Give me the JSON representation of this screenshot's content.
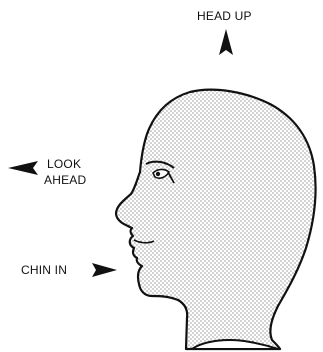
{
  "labels": {
    "head_up": "HEAD UP",
    "look_line1": "LOOK",
    "look_line2": "AHEAD",
    "chin_in": "CHIN IN"
  },
  "icons": {
    "head_up_arrow": "arrowhead-up-icon",
    "look_arrow": "arrowhead-left-icon",
    "chin_arrow": "arrowhead-right-icon"
  },
  "colors": {
    "ink": "#111111",
    "background": "#ffffff",
    "stipple": "#2a2a2a"
  }
}
